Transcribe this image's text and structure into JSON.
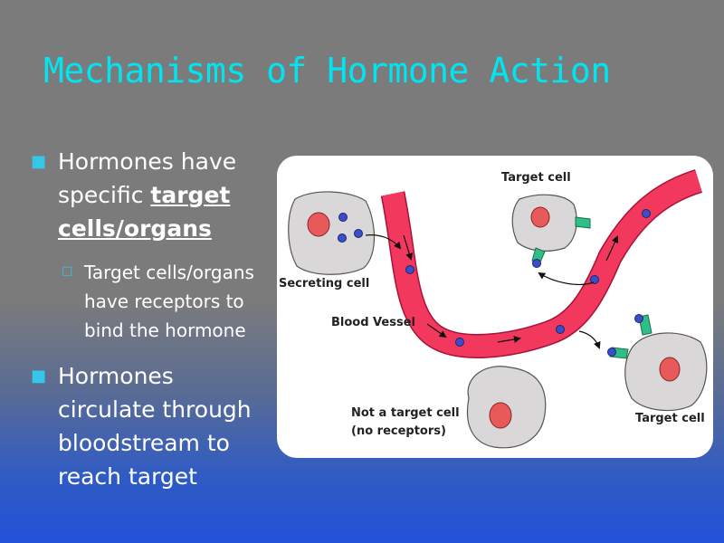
{
  "slide": {
    "title": "Mechanisms of Hormone Action",
    "bullet1": {
      "text_before": "Hormones have specific ",
      "emphasis": "target cells/organs"
    },
    "sub_bullet1": "Target cells/organs have receptors to bind the hormone",
    "bullet2": "Hormones circulate through bloodstream to reach target"
  },
  "figure": {
    "labels": {
      "secreting_cell": "Secreting cell",
      "blood_vessel": "Blood Vessel",
      "target_cell_top": "Target cell",
      "target_cell_right": "Target cell",
      "not_target_line1": "Not a target cell",
      "not_target_line2": "(no receptors)"
    }
  },
  "colors": {
    "title": "#00e5f0",
    "bullet_marker": "#35c7e8",
    "vessel": "#f2385d",
    "cell": "#d9d7d7",
    "nucleus": "#e85a5a",
    "receptor": "#2fbf86",
    "hormone": "#3a4fc4"
  },
  "icons": {
    "bullet": "square-bullet",
    "sub_bullet": "hollow-square-bullet"
  }
}
